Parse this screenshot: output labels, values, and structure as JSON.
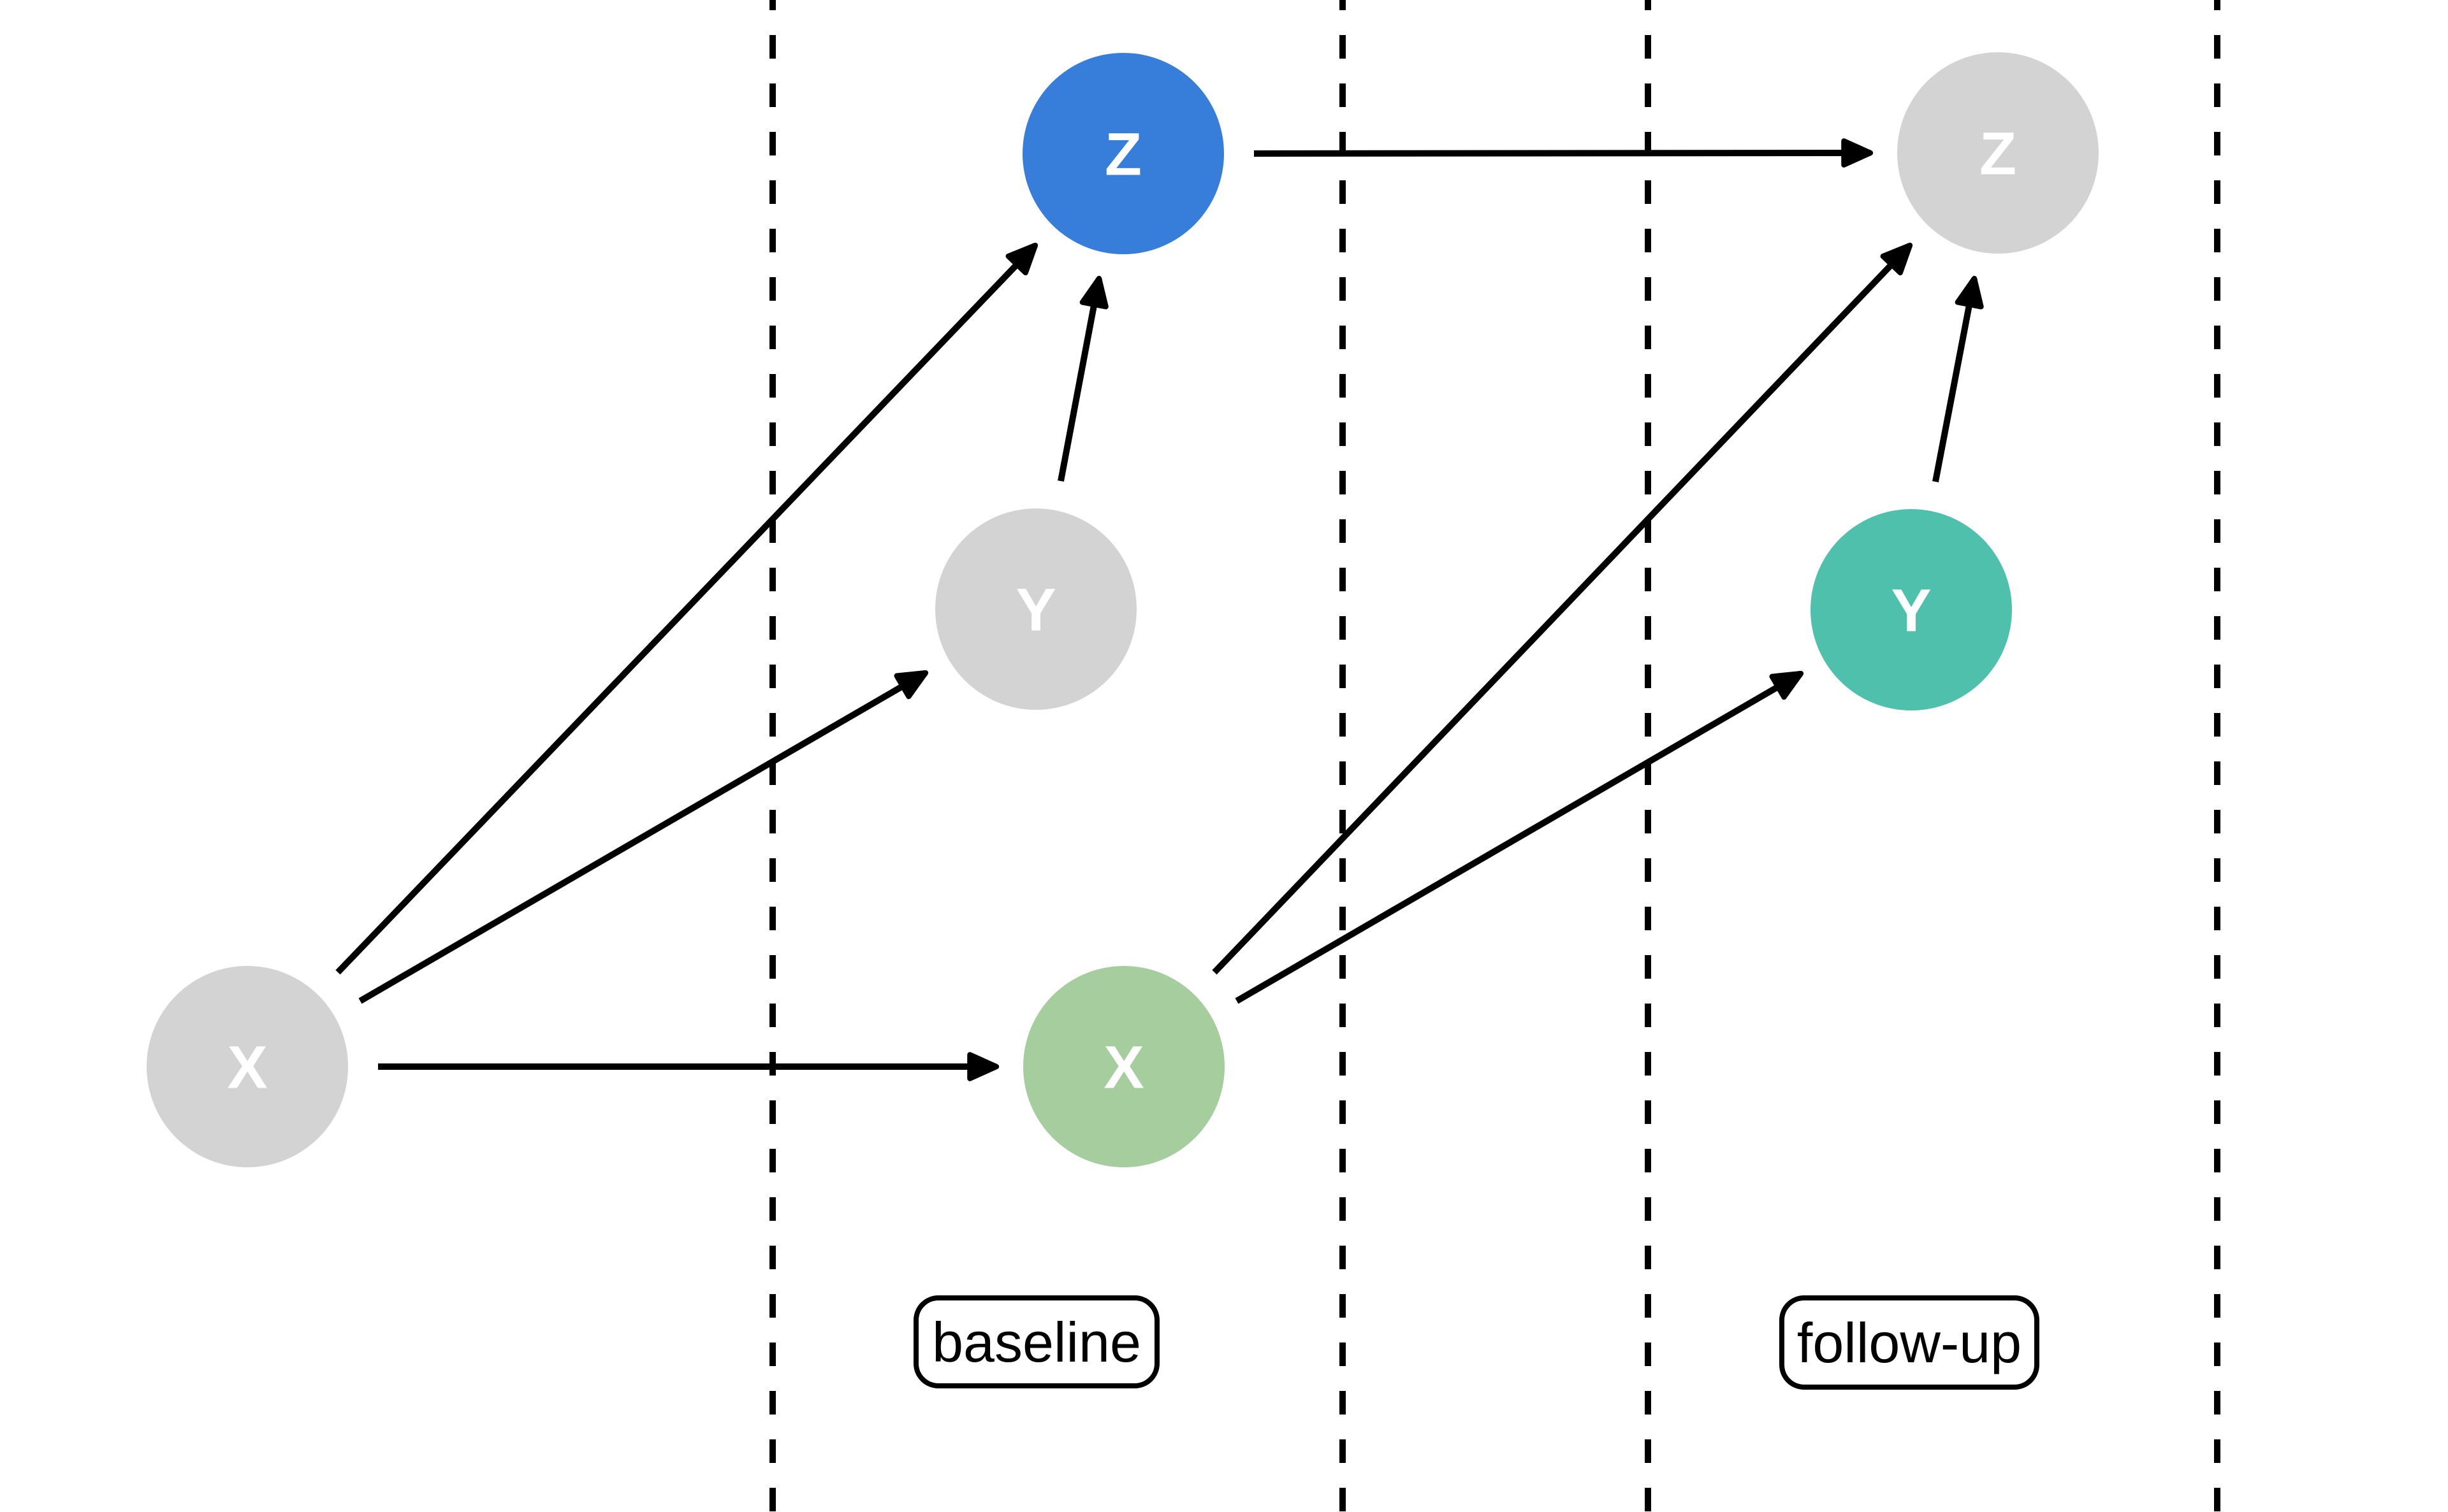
{
  "figure": {
    "type": "causal-dag-over-time",
    "background": "#ffffff",
    "description": "Directed acyclic graph with variables X, Y, Z measured before baseline, at baseline, and at follow-up; four dashed vertical time dividers"
  },
  "timepoints": {
    "baseline_label": "baseline",
    "followup_label": "follow-up"
  },
  "colors": {
    "node_gray": "#d3d3d3",
    "node_blue": "#377edb",
    "node_green": "#a5cd9e",
    "node_teal": "#4fc0ac",
    "edge": "#000000",
    "node_text": "#ffffff",
    "box_border": "#000000",
    "box_fill": "#ffffff"
  },
  "nodes": [
    {
      "id": "x-pre",
      "label": "X",
      "color": "#d3d3d3"
    },
    {
      "id": "z-baseline",
      "label": "Z",
      "color": "#377edb"
    },
    {
      "id": "y-baseline",
      "label": "Y",
      "color": "#d3d3d3"
    },
    {
      "id": "x-baseline",
      "label": "X",
      "color": "#a5cd9e"
    },
    {
      "id": "z-followup",
      "label": "Z",
      "color": "#d3d3d3"
    },
    {
      "id": "y-followup",
      "label": "Y",
      "color": "#4fc0ac"
    }
  ],
  "edges": [
    {
      "from": "x-pre",
      "to": "z-baseline"
    },
    {
      "from": "x-pre",
      "to": "y-baseline"
    },
    {
      "from": "x-pre",
      "to": "x-baseline"
    },
    {
      "from": "y-baseline",
      "to": "z-baseline"
    },
    {
      "from": "z-baseline",
      "to": "z-followup"
    },
    {
      "from": "x-baseline",
      "to": "z-followup"
    },
    {
      "from": "x-baseline",
      "to": "y-followup"
    },
    {
      "from": "y-followup",
      "to": "z-followup"
    }
  ],
  "dividers": {
    "count": 4,
    "style": "dashed-vertical"
  }
}
